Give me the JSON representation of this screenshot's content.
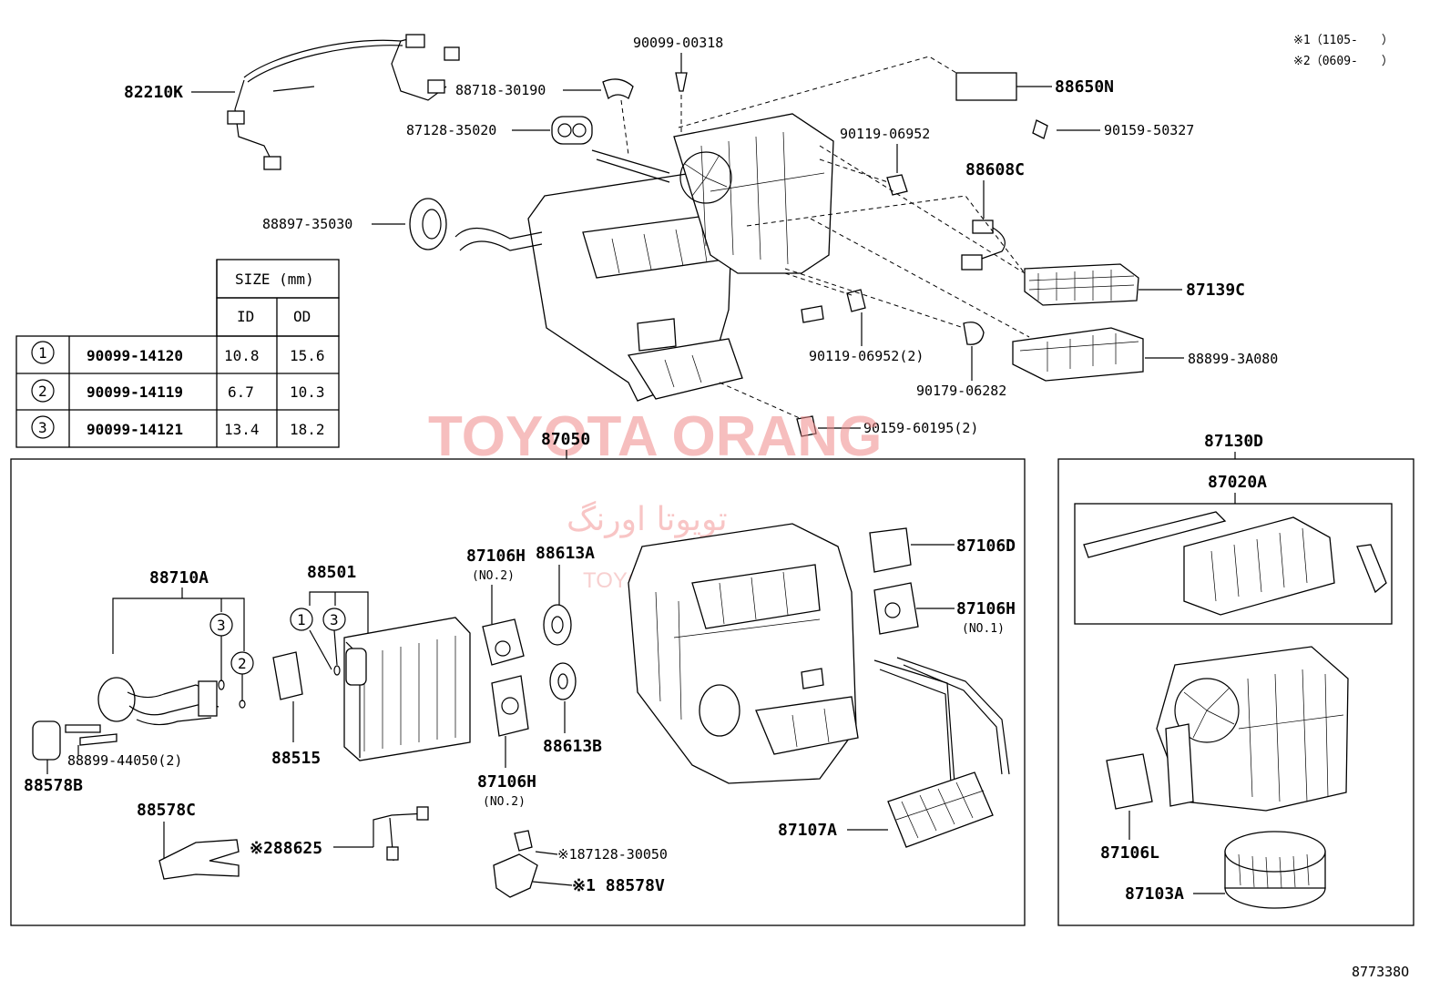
{
  "watermark": {
    "brand": "TOYOTA ORANG",
    "farsi": "تویوتا اورنگ",
    "site": "TOYOTAPARTS.IR"
  },
  "notes": {
    "n1": "※1（1105-　　）",
    "n2": "※2（0609-　　）"
  },
  "diagram_id": "877338O",
  "groups": {
    "main_assembly": "87050",
    "blower_group": "87130D"
  },
  "labels": {
    "p82210K": "82210K",
    "p90099_00318": "90099-00318",
    "p88718_30190": "88718-30190",
    "p87128_35020": "87128-35020",
    "p88650N": "88650N",
    "p90159_50327": "90159-50327",
    "p90119_06952": "90119-06952",
    "p88608C": "88608C",
    "p88897_35030": "88897-35030",
    "p87139C": "87139C",
    "p90119_06952_2": "90119-06952(2)",
    "p88899_3A080": "88899-3A080",
    "p90179_06282": "90179-06282",
    "p90159_60195_2": "90159-60195(2)",
    "p87020A": "87020A",
    "p88710A": "88710A",
    "p88501": "88501",
    "p87106H_top": "87106H",
    "p87106H_top_sub": "(NO.2)",
    "p88613A": "88613A",
    "p87106D": "87106D",
    "p87106H_r": "87106H",
    "p87106H_r_sub": "(NO.1)",
    "p88899_44050_2": "88899-44050(2)",
    "p88578B": "88578B",
    "p88515": "88515",
    "p88613B": "88613B",
    "p87106H_bot": "87106H",
    "p87106H_bot_sub": "(NO.2)",
    "p88578C": "88578C",
    "p88625": "※288625",
    "p87128_30050": "※187128-30050",
    "p88578V": "※1 88578V",
    "p87107A": "87107A",
    "p87106L": "87106L",
    "p87103A": "87103A"
  },
  "size_table": {
    "header": "SIZE (mm)",
    "columns": [
      "ID",
      "OD"
    ],
    "rows": [
      {
        "mark": "1",
        "part": "90099-14120",
        "id": "10.8",
        "od": "15.6"
      },
      {
        "mark": "2",
        "part": "90099-14119",
        "id": "6.7",
        "od": "10.3"
      },
      {
        "mark": "3",
        "part": "90099-14121",
        "id": "13.4",
        "od": "18.2"
      }
    ]
  },
  "callout_marks": {
    "c1": "1",
    "c2": "2",
    "c3": "3"
  }
}
